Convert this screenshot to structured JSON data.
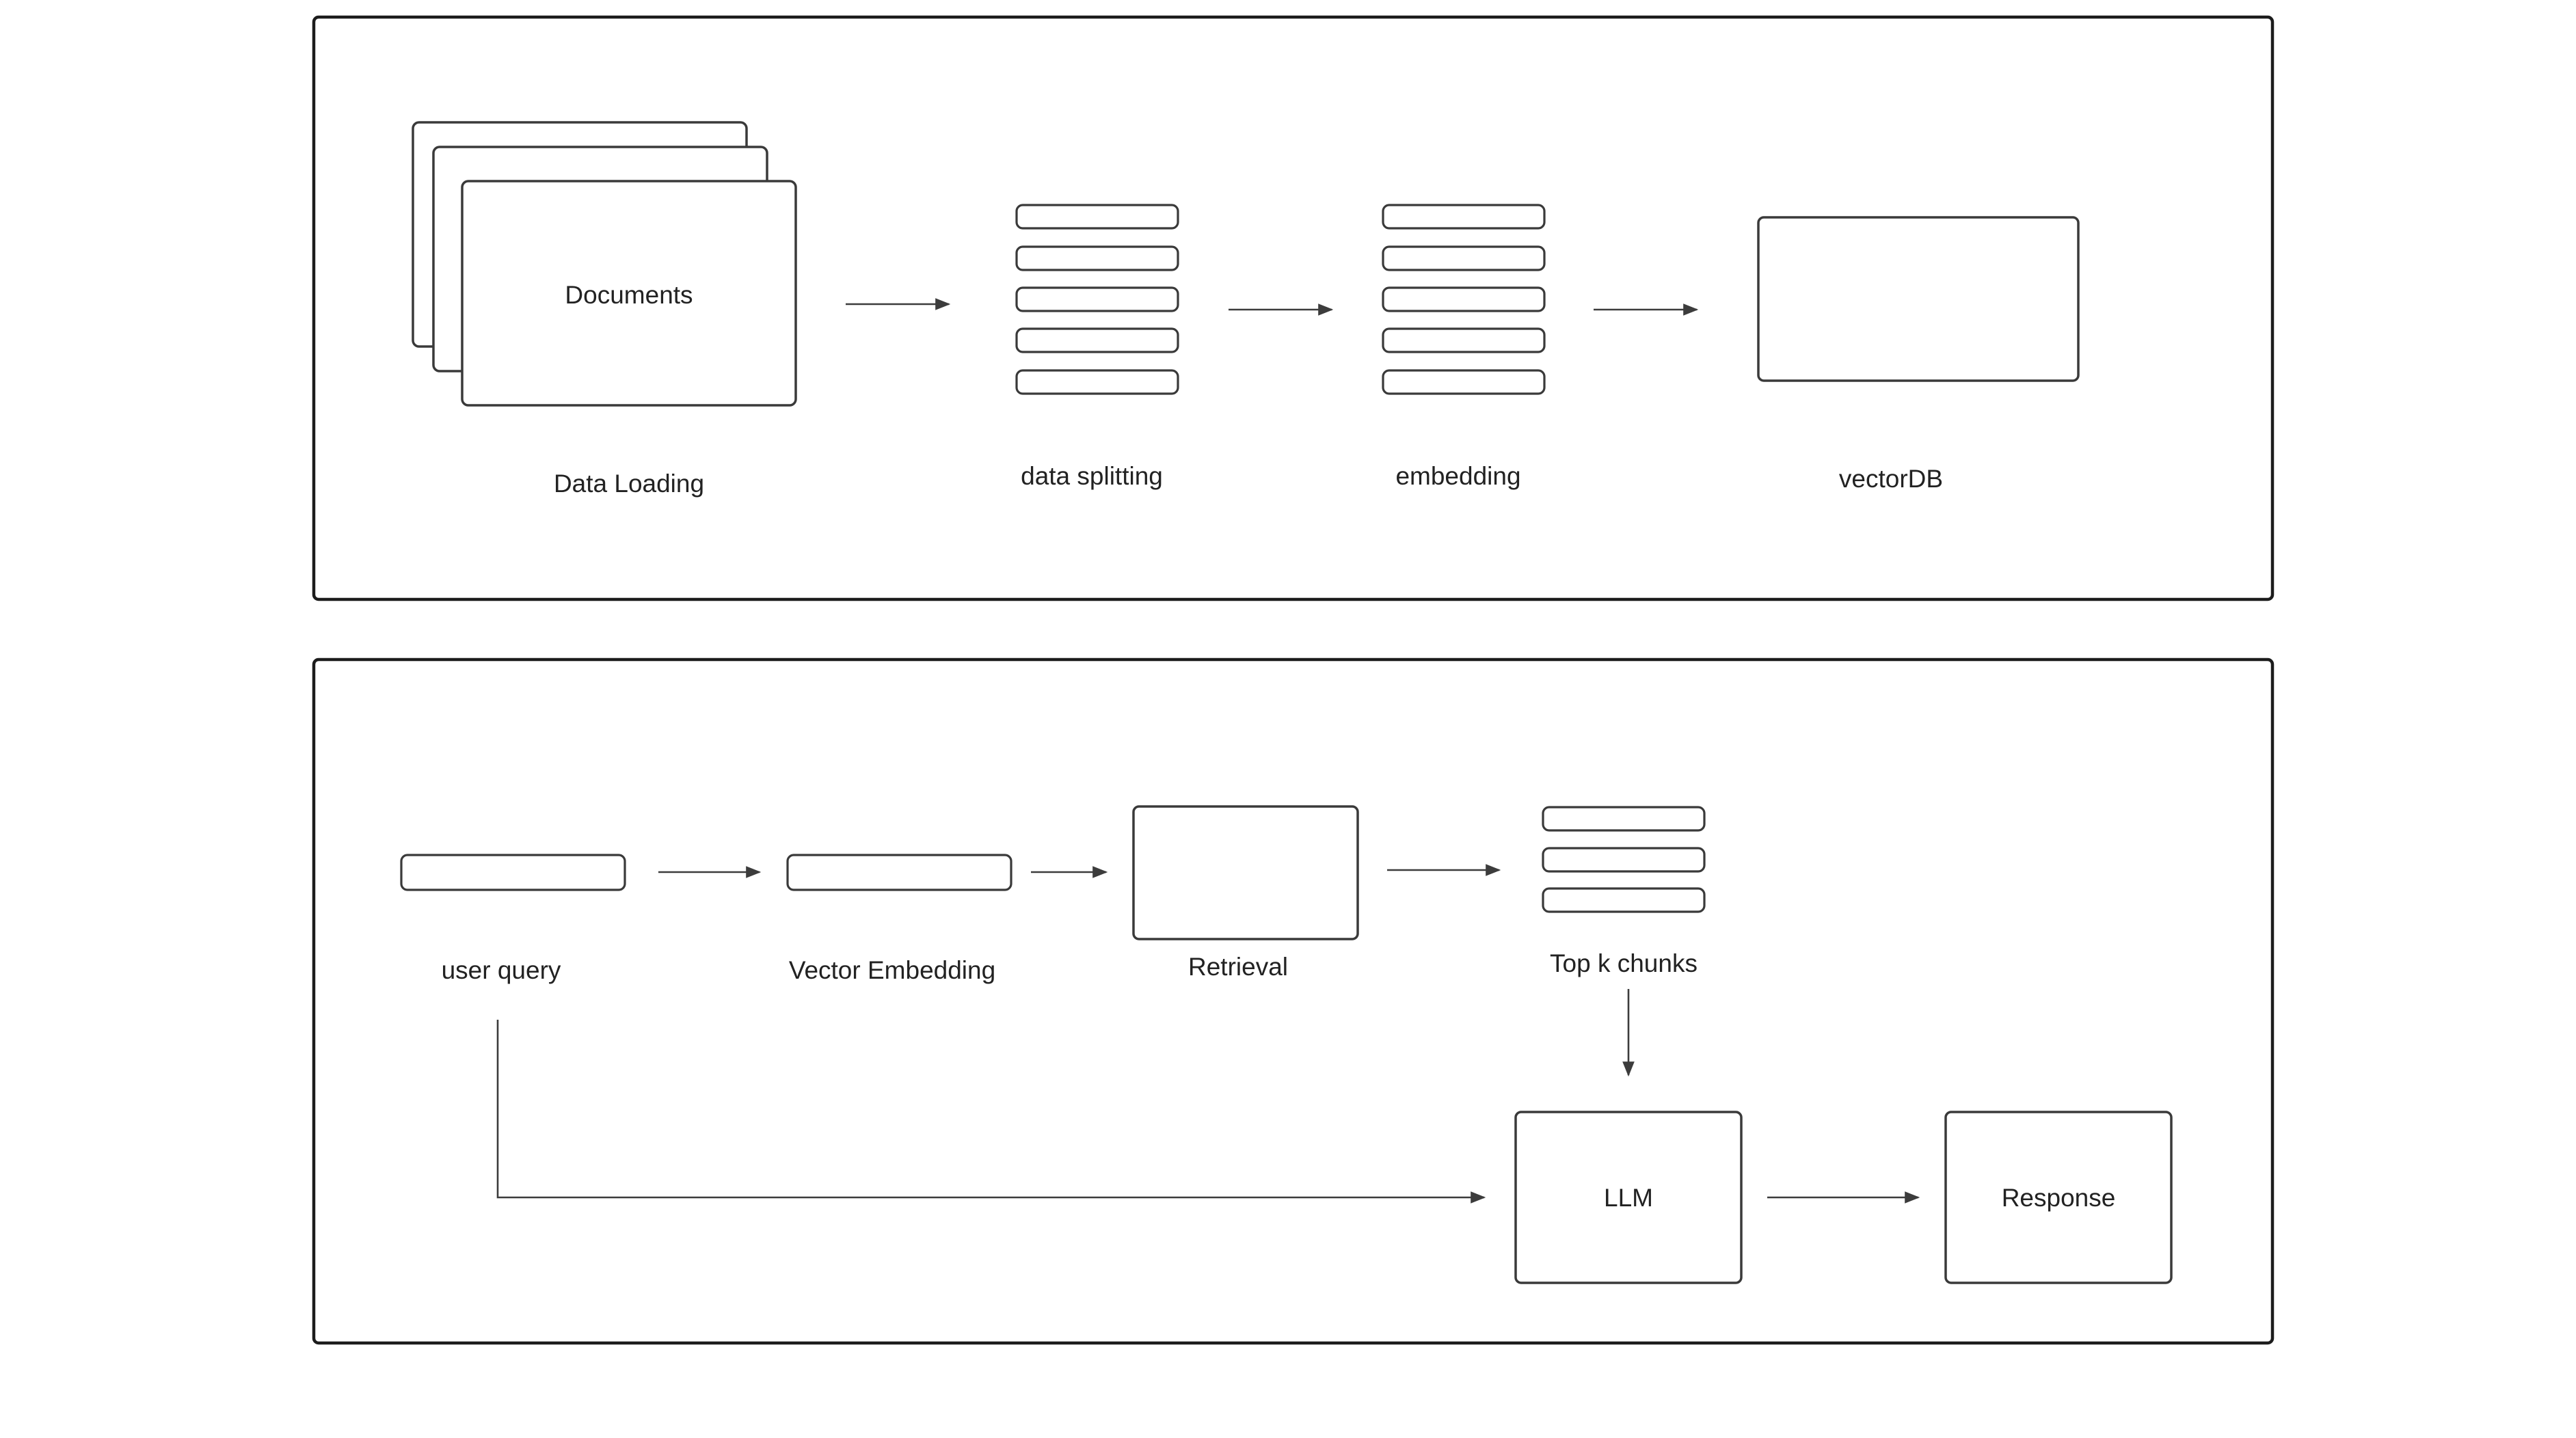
{
  "ingestion": {
    "documents_label": "Documents",
    "data_loading_label": "Data Loading",
    "data_splitting_label": "data splitting",
    "embedding_label": "embedding",
    "vectordb_label": "vectorDB"
  },
  "retrieval_flow": {
    "user_query_label": "user query",
    "vector_embedding_label": "Vector Embedding",
    "retrieval_label": "Retrieval",
    "top_k_label": "Top k chunks",
    "llm_label": "LLM",
    "response_label": "Response"
  },
  "colors": {
    "background": "#ffffff",
    "panel_border": "#1c1c1c",
    "shape_stroke": "#3a3a3a",
    "text": "#222222"
  }
}
